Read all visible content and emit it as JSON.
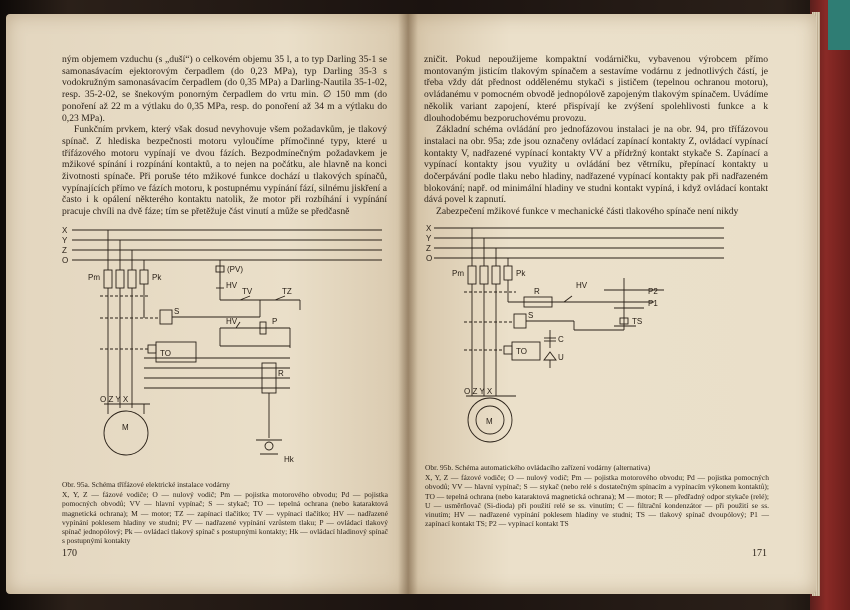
{
  "left_page": {
    "paragraphs": [
      "ným objemem vzduchu (s „duší“) o celkovém objemu 35 l, a to typ Darling 35-1 se samonasávacím ejektorovým čerpadlem (do 0,23 MPa), typ Darling 35-3 s vodokružným samonasávacím čerpadlem (do 0,35 MPa) a Darling-Nautila 35-1-02, resp. 35-2-02, se šnekovým ponorným čerpadlem do vrtu min. ∅ 150 mm (do ponoření až 22 m a výtlaku do 0,35 MPa, resp. do ponoření až 34 m a výtlaku do 0,23 MPa).",
      "Funkčním prvkem, který však dosud nevyhovuje všem požadavkům, je tlakový spínač. Z hlediska bezpečnosti motoru vyloučíme přímočinné typy, které u třífázového motoru vypínají ve dvou fázích. Bezpodmínečným požadavkem je mžikové spínání i rozpínání kontaktů, a to nejen na počátku, ale hlavně na konci životnosti spínače. Při poruše této mžikové funkce dochází u tlakových spínačů, vypínajících přímo ve fázích motoru, k postupnému vypínání fází, silnému jiskření a často i k opálení některého kontaktu natolik, že motor při rozbíhání i vypínání pracuje chvíli na dvě fáze; tím se přetěžuje část vinutí a může se předčasně"
    ],
    "diagram_labels": {
      "phases": [
        "X",
        "Y",
        "Z",
        "O"
      ],
      "pm": "Pm",
      "pk": "Pk",
      "pv": "(PV)",
      "hv": "HV",
      "tv": "TV",
      "tz": "TZ",
      "s": "S",
      "to": "TO",
      "hv2": "HV",
      "p": "P",
      "r": "R",
      "hk": "Hk",
      "ozyx": "O Z Y X",
      "m": "M"
    },
    "caption_title": "Obr. 95a. Schéma třífázové elektrické instalace vodárny",
    "caption_body": "X, Y, Z — fázové vodiče; O — nulový vodič; Pm — pojistka motorového obvodu; Pd — pojistka pomocných obvodů; VV — hlavní vypínač; S — stykač; TO — tepelná ochrana (nebo katarakto­vá magnetická ochrana); M — motor; TZ — zapínací tlačítko; TV — vypínací tlačítko; HV — nadřazené vypínání poklesem hladiny ve studni; PV — nadřazené vypínání vzrůstem tlaku; P — ovládací tlakový spínač jednopólový; Pk — ovládací tlakový spínač s postupnými kontakty; Hk — ovládací hladinový spínač s postupnými kontakty",
    "page_number": "170"
  },
  "right_page": {
    "paragraphs": [
      "zničit. Pokud nepoužijeme kompaktní vodárničku, vybavenou výrobcem přímo montovaným jisticím tlakovým spínačem a sestavíme vodárnu z jednotlivých částí, je třeba vždy dát přednost oddělenému stykači s jističem (tepelnou ochranou motoru), ovládanému v pomocném obvodě jednopólově zapojeným tlakovým spínačem. Uvádíme několik variant zapojení, které přispívají ke zvýšení spolehlivosti funkce a k dlouhodobému bezporuchovému provozu.",
      "Základní schéma ovládání pro jednofázovou instalaci je na obr. 94, pro třífázovou instalaci na obr. 95a; zde jsou označeny ovládací zapínací kontakty Z, ovládací vypínací kontakty V, nadřazené vypínací kontakty VV a přídržný kontakt stykače S. Zapínací a vypínací kontakty jsou využity u ovládání bez větrníku, přepínací kontakty u dočerpávání podle tlaku nebo hladiny, nadřazené vypínací kontakty pak při nadřazeném blokování; např. od minimální hladiny ve studni kontakt vypíná, i když ovládací kontakt dává povel k zapnutí.",
      "Zabezpečení mžikové funkce v mechanické části tlakového spínače není nikdy"
    ],
    "diagram_labels": {
      "phases": [
        "X",
        "Y",
        "Z",
        "O"
      ],
      "pm": "Pm",
      "pk": "Pk",
      "hv": "HV",
      "r": "R",
      "p2": "P2",
      "p1": "P1",
      "ts": "TS",
      "s": "S",
      "c": "C",
      "to": "TO",
      "u": "U",
      "ozyx": "O Z Y X",
      "m": "M"
    },
    "caption_title": "Obr. 95b. Schéma automatického ovládacího zařízení vodárny (alternativa)",
    "caption_body": "X, Y, Z — fázové vodiče; O — nulový vodič; Pm — pojistka motorového obvodu; Pd — pojistka pomocných obvodů; VV — hlavní vypínač; S — stykač (nebo relé s dostatečným spínacím a vypínacím výkonem kontaktů); TO — tepelná ochrana (nebo kataraktová magnetická ochrana); M — motor; R — předřadný odpor stykače (relé); U — usměrňovač (Si-dioda) při použití relé se ss. vinutím; C — filtrační kondenzátor — při použití se ss. vinutím; HV — nadřazené vypínání poklesem hladiny ve studni; TS — tlakový spínač dvoupólový; P1 — zapínací kontakt TS; P2 — vypínací kontakt TS",
    "page_number": "171"
  }
}
